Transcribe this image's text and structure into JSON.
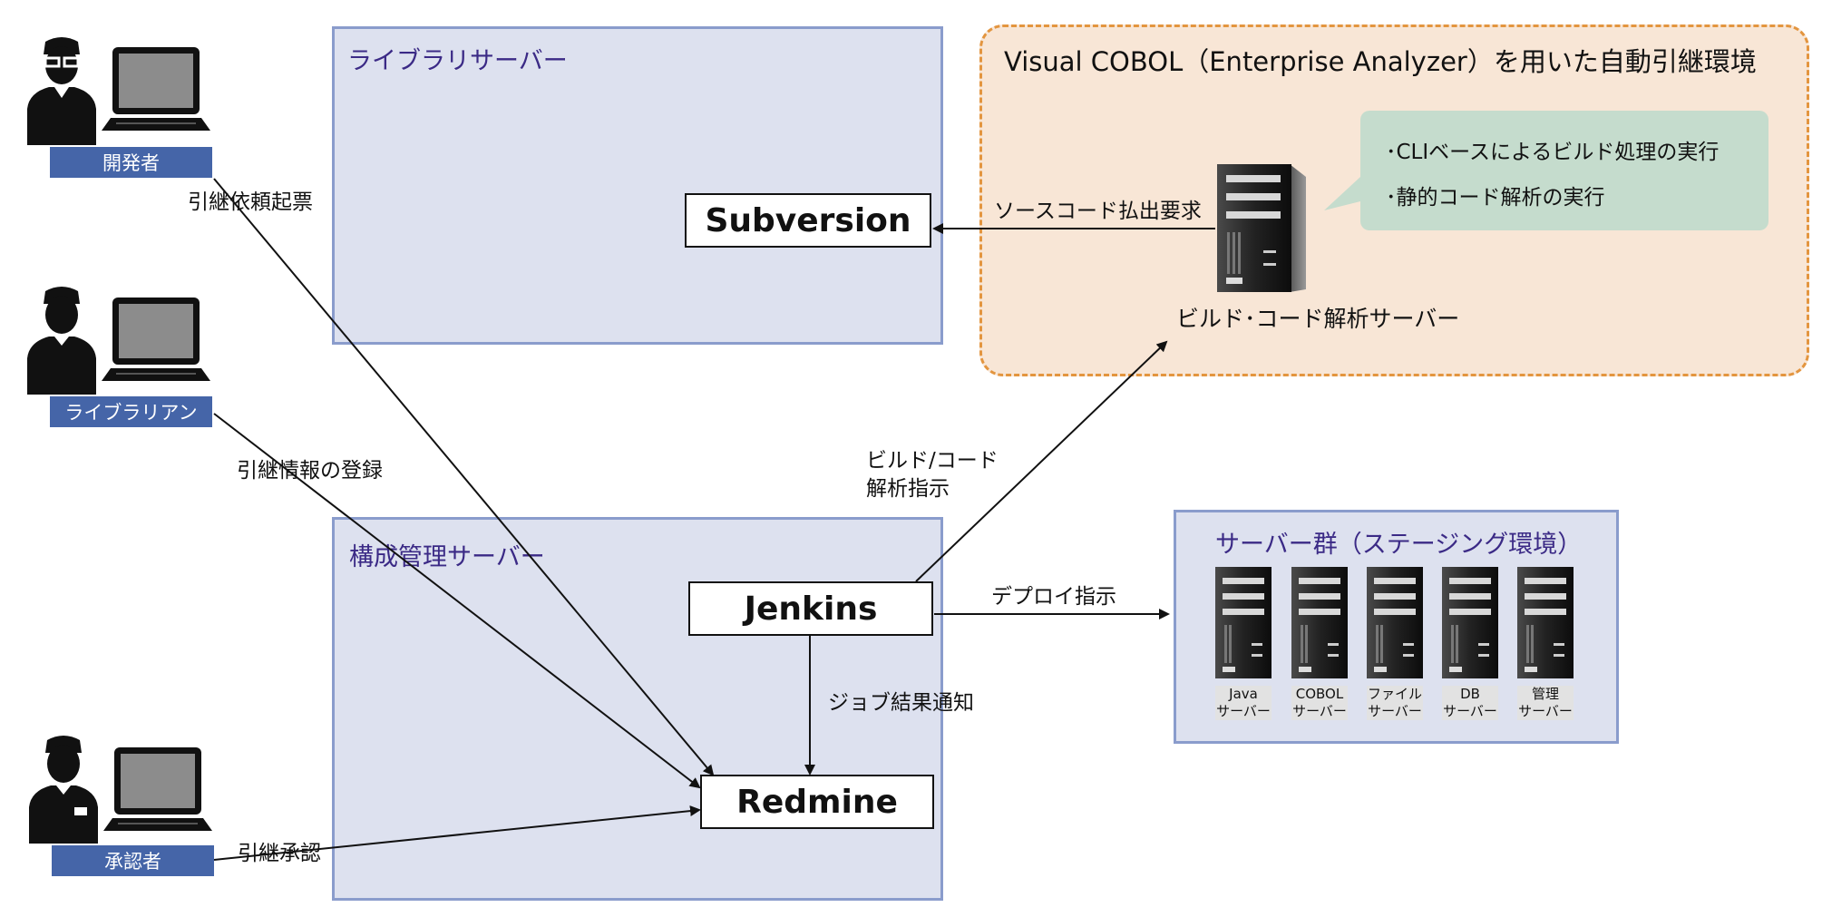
{
  "groups": {
    "library_server": "ライブラリサーバー",
    "config_server": "構成管理サーバー",
    "analyzer_env": "Visual COBOL（Enterprise Analyzer）を用いた自動引継環境",
    "staging": "サーバー群（ステージング環境）"
  },
  "nodes": {
    "subversion": "Subversion",
    "jenkins": "Jenkins",
    "redmine": "Redmine"
  },
  "roles": {
    "developer": "開発者",
    "librarian": "ライブラリアン",
    "approver": "承認者"
  },
  "edge_labels": {
    "handover_request": "引継依頼起票",
    "handover_register": "引継情報の登録",
    "handover_approve": "引継承認",
    "source_checkout": "ソースコード払出要求",
    "build_instruct_line1": "ビルド/コード",
    "build_instruct_line2": "解析指示",
    "deploy_instruct": "デプロイ指示",
    "job_result": "ジョブ結果通知"
  },
  "analyzer": {
    "server_caption": "ビルド･コード解析サーバー",
    "callout_items": [
      "･CLIベースによるビルド処理の実行",
      "･静的コード解析の実行"
    ]
  },
  "staging_servers": [
    {
      "line1": "Java",
      "line2": "サーバー"
    },
    {
      "line1": "COBOL",
      "line2": "サーバー"
    },
    {
      "line1": "ファイル",
      "line2": "サーバー"
    },
    {
      "line1": "DB",
      "line2": "サーバー"
    },
    {
      "line1": "管理",
      "line2": "サーバー"
    }
  ],
  "colors": {
    "group_fill": "#dde1ef",
    "group_border": "#8a9ccc",
    "group_title": "#3b2a86",
    "analyzer_fill": "#f8e6d6",
    "analyzer_border": "#e3953f",
    "callout_fill": "#c5dccd",
    "role_label": "#4565a8"
  },
  "icons": {
    "person": "person-icon",
    "laptop": "laptop-icon",
    "server": "server-icon"
  }
}
